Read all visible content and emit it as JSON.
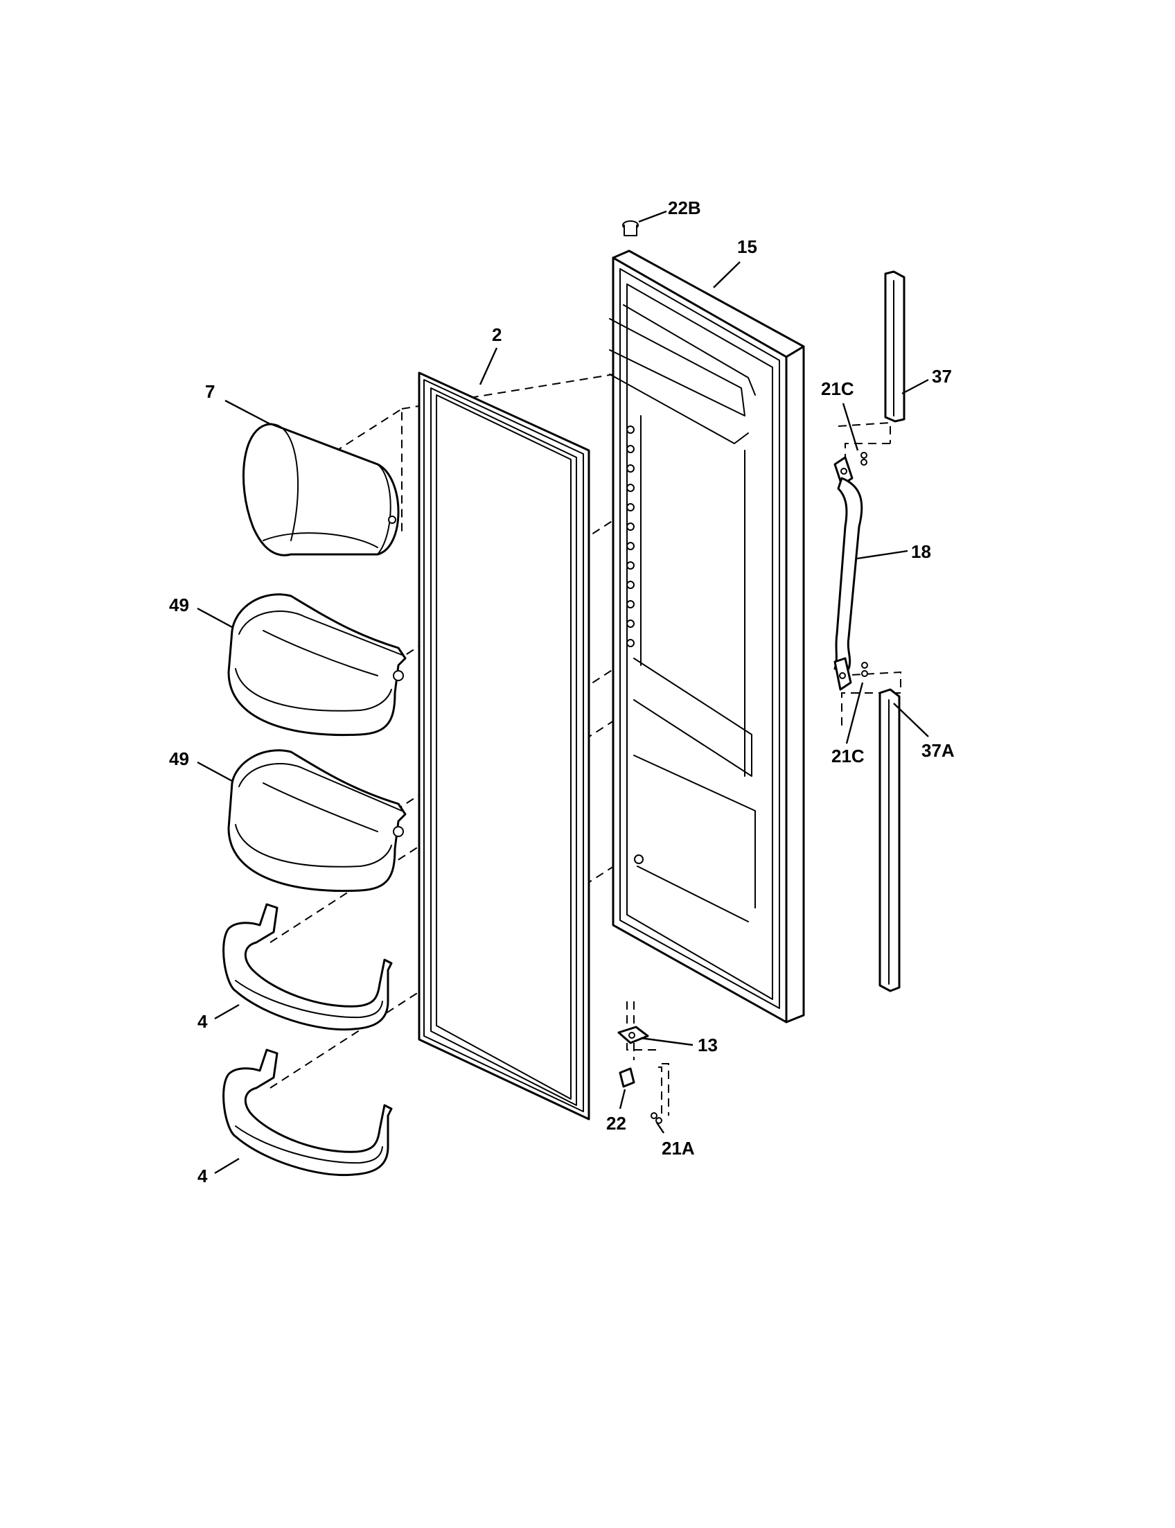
{
  "callouts": {
    "c22b": "22B",
    "c15": "15",
    "c2": "2",
    "c7": "7",
    "c37": "37",
    "c21c_top": "21C",
    "c18": "18",
    "c49_top": "49",
    "c49_bottom": "49",
    "c21c_bottom": "21C",
    "c37a": "37A",
    "c4_top": "4",
    "c13": "13",
    "c22": "22",
    "c21a": "21A",
    "c4_bottom": "4"
  },
  "parts": [
    {
      "id": "22B"
    },
    {
      "id": "15"
    },
    {
      "id": "2"
    },
    {
      "id": "7"
    },
    {
      "id": "37"
    },
    {
      "id": "21C"
    },
    {
      "id": "18"
    },
    {
      "id": "49"
    },
    {
      "id": "37A"
    },
    {
      "id": "4"
    },
    {
      "id": "13"
    },
    {
      "id": "22"
    },
    {
      "id": "21A"
    }
  ]
}
